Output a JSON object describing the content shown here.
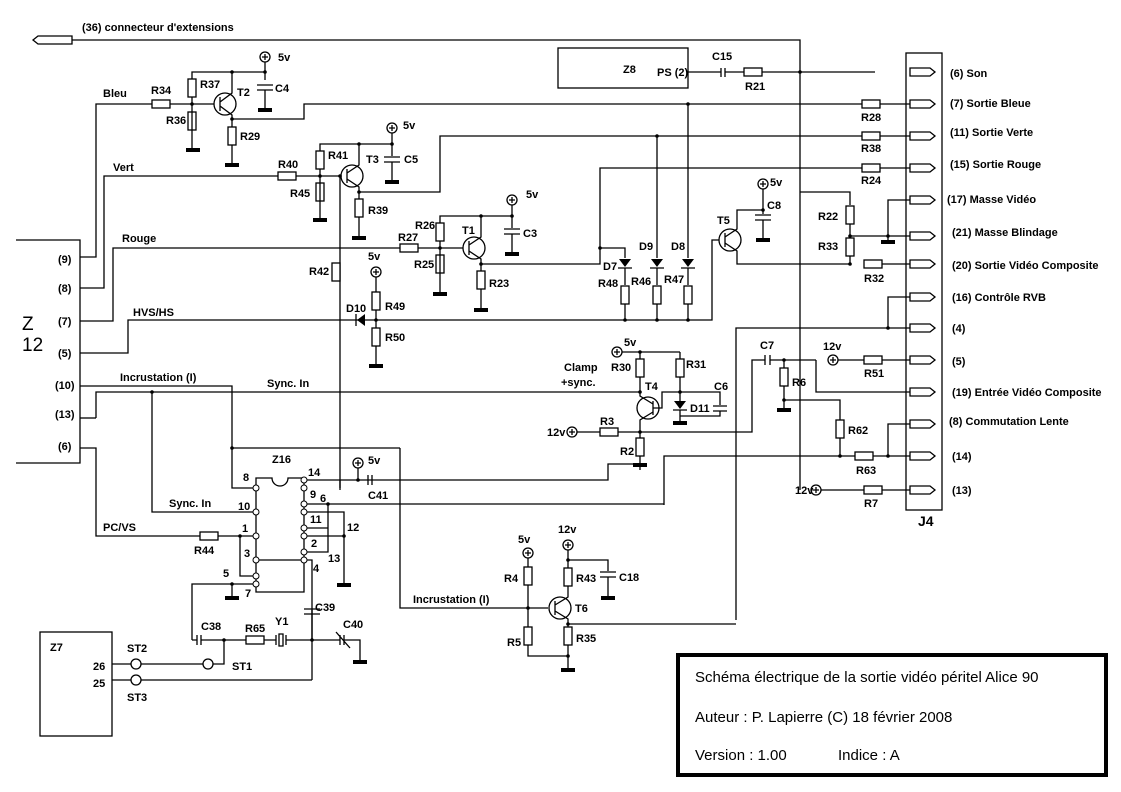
{
  "title_block": {
    "line1": "Schéma électrique de la sortie vidéo péritel Alice 90",
    "line2": "Auteur : P. Lapierre  (C) 18 février 2008",
    "version": "Version : 1.00",
    "indice": "Indice : A"
  },
  "top_connector": "(36) connecteur d'extensions",
  "z12": {
    "name_line1": "Z",
    "name_line2": "12",
    "pins": [
      "(9)",
      "(8)",
      "(7)",
      "(5)",
      "(10)",
      "(13)",
      "(6)"
    ]
  },
  "signals": {
    "bleu": "Bleu",
    "vert": "Vert",
    "rouge": "Rouge",
    "hvs": "HVS/HS",
    "incrustation": "Incrustation (I)",
    "sync_in": "Sync. In",
    "sync_in2": "Sync. In",
    "pcvs": "PC/VS",
    "incrustation2": "Incrustation (I)",
    "clamp1": "Clamp",
    "clamp2": "+sync."
  },
  "j4": {
    "name": "J4",
    "pins": [
      "(6) Son",
      "(7) Sortie Bleue",
      "(11) Sortie Verte",
      "(15) Sortie Rouge",
      "(17) Masse Vidéo",
      "(21) Masse Blindage",
      "(20) Sortie Vidéo Composite",
      "(16) Contrôle RVB",
      "(4)",
      "(5)",
      "(19) Entrée Vidéo Composite",
      "(8) Commutation Lente",
      "(14)",
      "(13)"
    ]
  },
  "z8": {
    "name": "Z8",
    "pin": "PS (2)"
  },
  "z7": {
    "name": "Z7",
    "pins": [
      "26",
      "25"
    ]
  },
  "z16": {
    "name": "Z16",
    "pins": [
      "8",
      "14",
      "9",
      "6",
      "10",
      "11",
      "12",
      "1",
      "2",
      "3",
      "13",
      "4",
      "5",
      "7"
    ]
  },
  "supplies": {
    "v5": "5v",
    "v12": "12v"
  },
  "components": {
    "resistors": [
      "R34",
      "R36",
      "R37",
      "R29",
      "R40",
      "R41",
      "R45",
      "R39",
      "R42",
      "R27",
      "R26",
      "R25",
      "R23",
      "R49",
      "R50",
      "R48",
      "R46",
      "R47",
      "R21",
      "R28",
      "R38",
      "R24",
      "R22",
      "R33",
      "R32",
      "R51",
      "R6",
      "R62",
      "R63",
      "R7",
      "R30",
      "R31",
      "R3",
      "R2",
      "R44",
      "R65",
      "R4",
      "R5",
      "R43",
      "R35"
    ],
    "capacitors": [
      "C4",
      "C5",
      "C3",
      "C8",
      "C15",
      "C6",
      "C7",
      "C41",
      "C38",
      "C39",
      "C40",
      "C18"
    ],
    "transistors": [
      "T2",
      "T3",
      "T1",
      "T5",
      "T4",
      "T6"
    ],
    "diodes": [
      "D10",
      "D7",
      "D9",
      "D8",
      "D11"
    ],
    "testpoints": [
      "ST2",
      "ST1",
      "ST3"
    ],
    "crystal": "Y1"
  }
}
